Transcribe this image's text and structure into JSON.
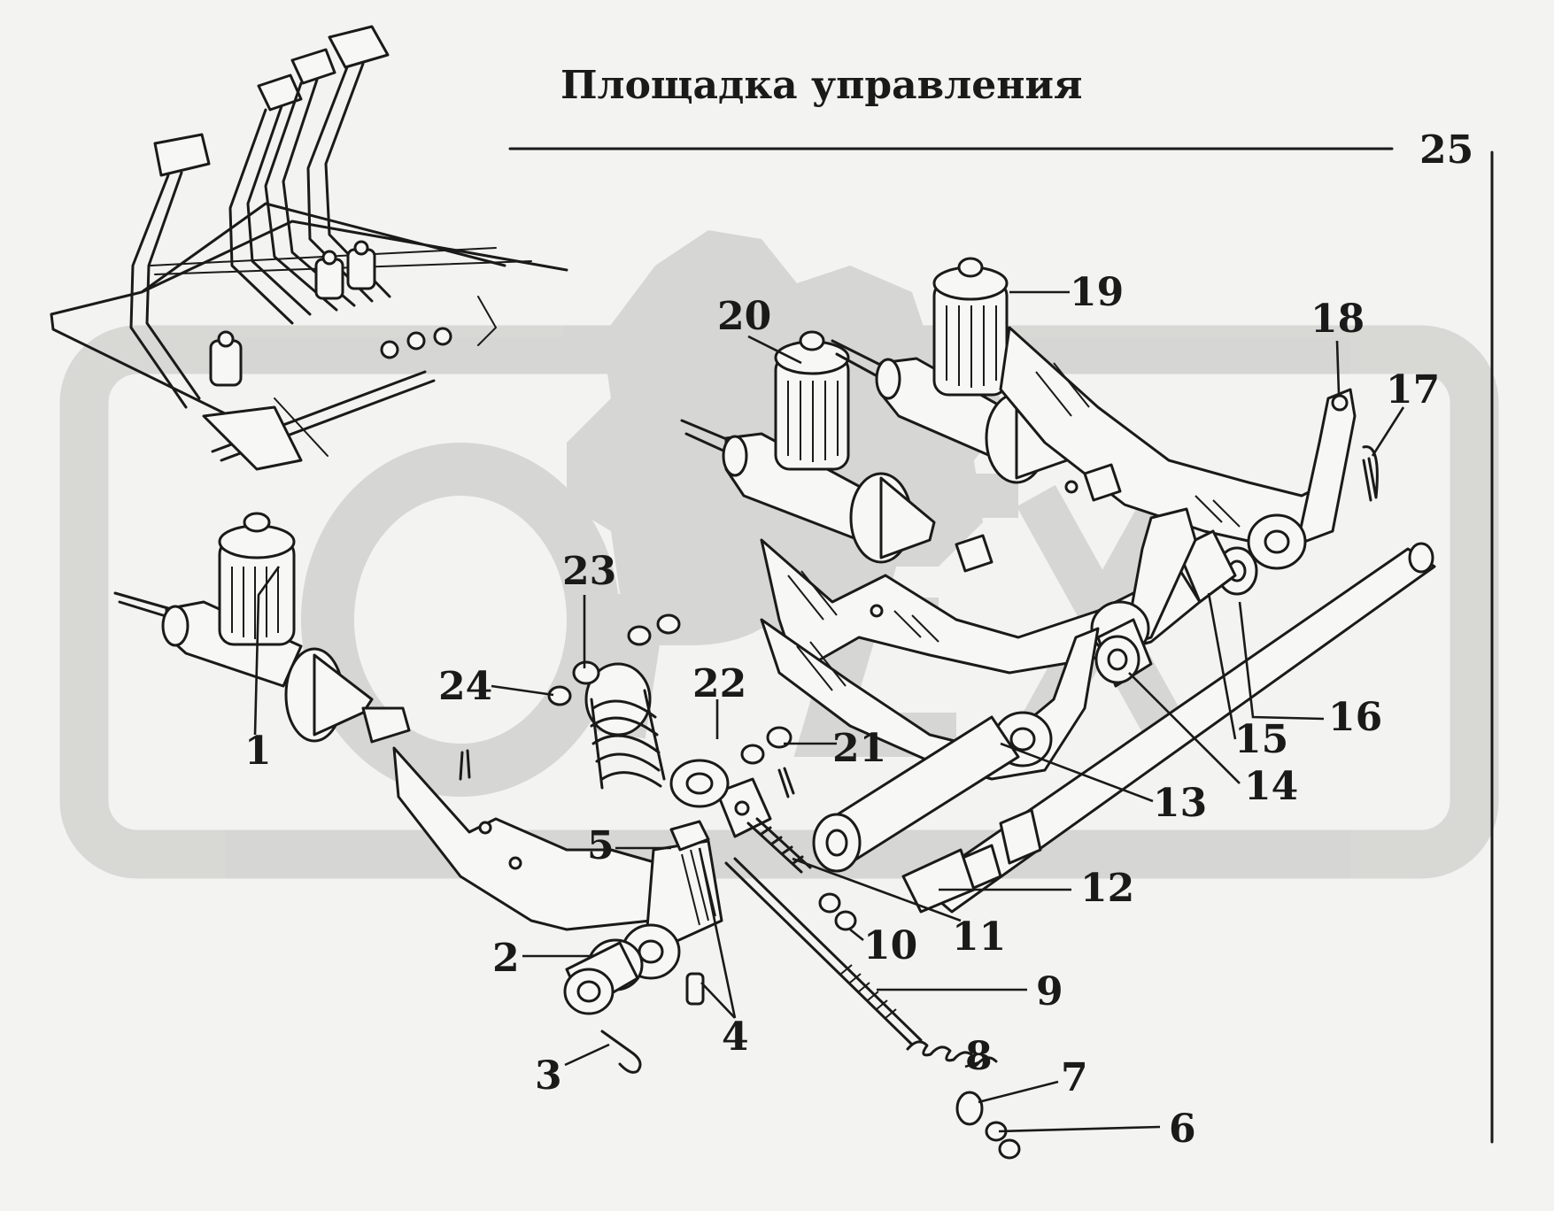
{
  "title": "Площадка управления",
  "page_number": "25",
  "watermark_text": "OPEX",
  "colors": {
    "background": "#f3f3f1",
    "ink": "#1a1a1a",
    "watermark": "#d2d2d0"
  },
  "callouts": [
    "1",
    "2",
    "3",
    "4",
    "5",
    "6",
    "7",
    "8",
    "9",
    "10",
    "11",
    "12",
    "13",
    "14",
    "15",
    "16",
    "17",
    "18",
    "19",
    "20",
    "21",
    "22",
    "23",
    "24"
  ]
}
